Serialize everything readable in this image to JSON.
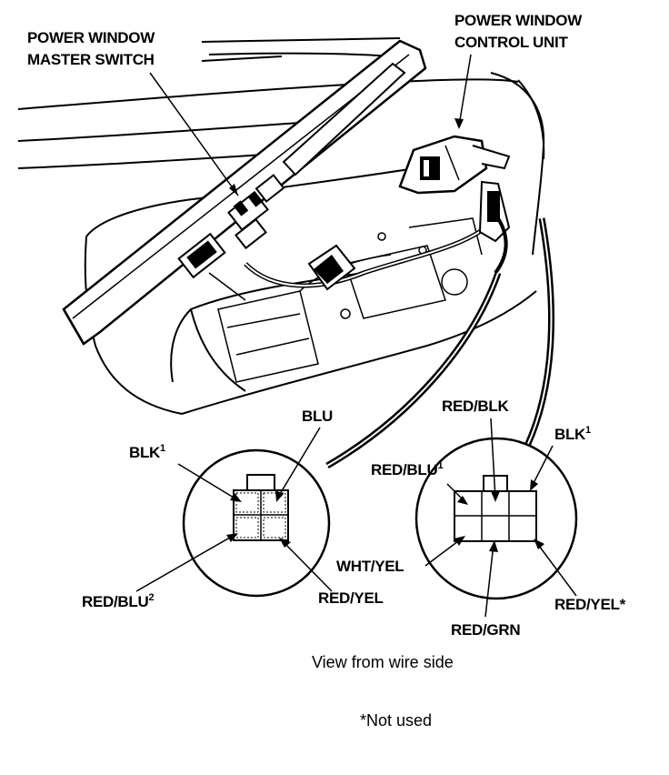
{
  "labels": {
    "master_switch_line1": "POWER WINDOW",
    "master_switch_line2": "MASTER SWITCH",
    "control_unit_line1": "POWER WINDOW",
    "control_unit_line2": "CONTROL UNIT"
  },
  "left_connector": {
    "blu": "BLU",
    "blk": "BLK",
    "blk_sup": "1",
    "red_blu": "RED/BLU",
    "red_blu_sup": "2",
    "red_yel": "RED/YEL"
  },
  "right_connector": {
    "red_blk": "RED/BLK",
    "blk": "BLK",
    "blk_sup": "1",
    "red_blu": "RED/BLU",
    "red_blu_sup": "1",
    "wht_yel": "WHT/YEL",
    "red_grn": "RED/GRN",
    "red_yel": "RED/YEL*"
  },
  "notes": {
    "view": "View from wire side",
    "not_used": "*Not used"
  },
  "colors": {
    "ink": "#000000",
    "paper": "#ffffff"
  }
}
